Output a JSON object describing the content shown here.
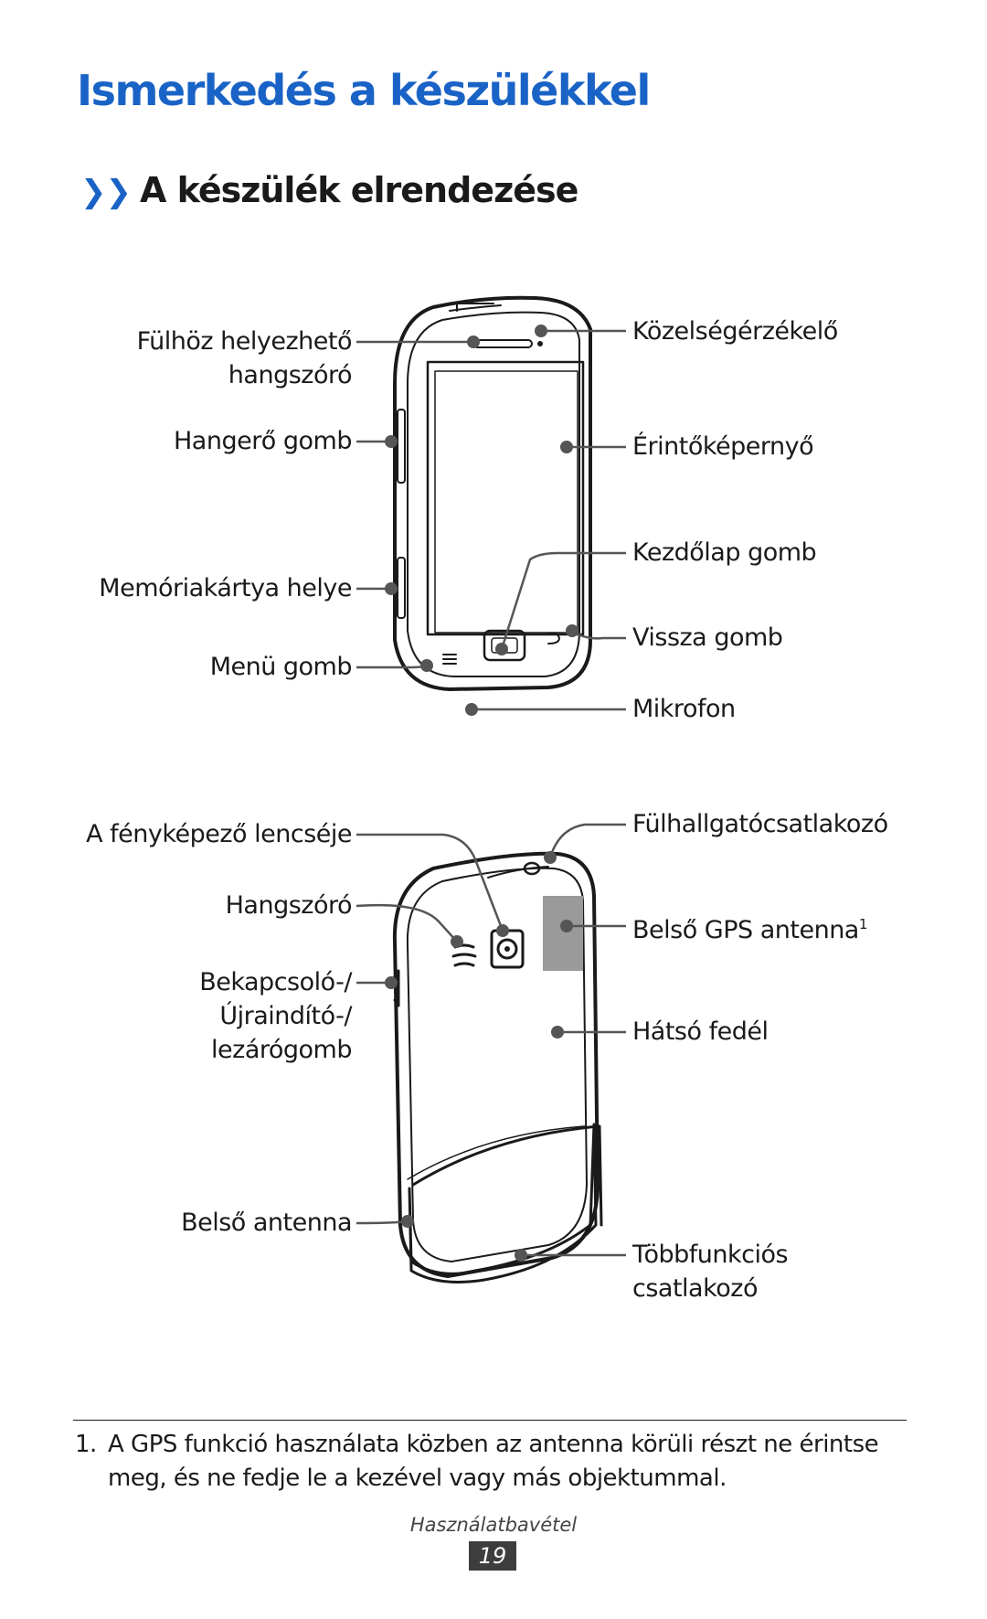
{
  "page": {
    "title": "Ismerkedés a készülékkel",
    "section": {
      "chevron": "❯❯",
      "title": "A készülék elrendezése"
    }
  },
  "front_labels": {
    "earpiece_line1": "Fülhöz helyezhető",
    "earpiece_line2": "hangszóró",
    "volume": "Hangerő gomb",
    "memory_card": "Memóriakártya helye",
    "menu": "Menü gomb",
    "proximity": "Közelségérzékelő",
    "touchscreen": "Érintőképernyő",
    "home": "Kezdőlap gomb",
    "back": "Vissza gomb",
    "mic": "Mikrofon"
  },
  "back_labels": {
    "camera": "A fényképező lencséje",
    "speaker": "Hangszóró",
    "power_line1": "Bekapcsoló-/",
    "power_line2": "Újraindító-/",
    "power_line3": "lezárógomb",
    "antenna": "Belső antenna",
    "headset": "Fülhallgatócsatlakozó",
    "gps": "Belső GPS antenna",
    "gps_sup": "1",
    "back_cover": "Hátsó fedél",
    "multi_line1": "Többfunkciós",
    "multi_line2": "csatlakozó"
  },
  "footnote": {
    "number": "1.",
    "text": "A GPS funkció használata közben az antenna körüli részt ne érintse meg, és ne fedje le a kezével vagy más objektummal."
  },
  "footer": {
    "section_name": "Használatbavétel",
    "page_number": "19"
  },
  "colors": {
    "title": "#1a63c6",
    "text": "#1a1a1a",
    "leader": "#555555",
    "page_badge": "#3d3d3d"
  }
}
